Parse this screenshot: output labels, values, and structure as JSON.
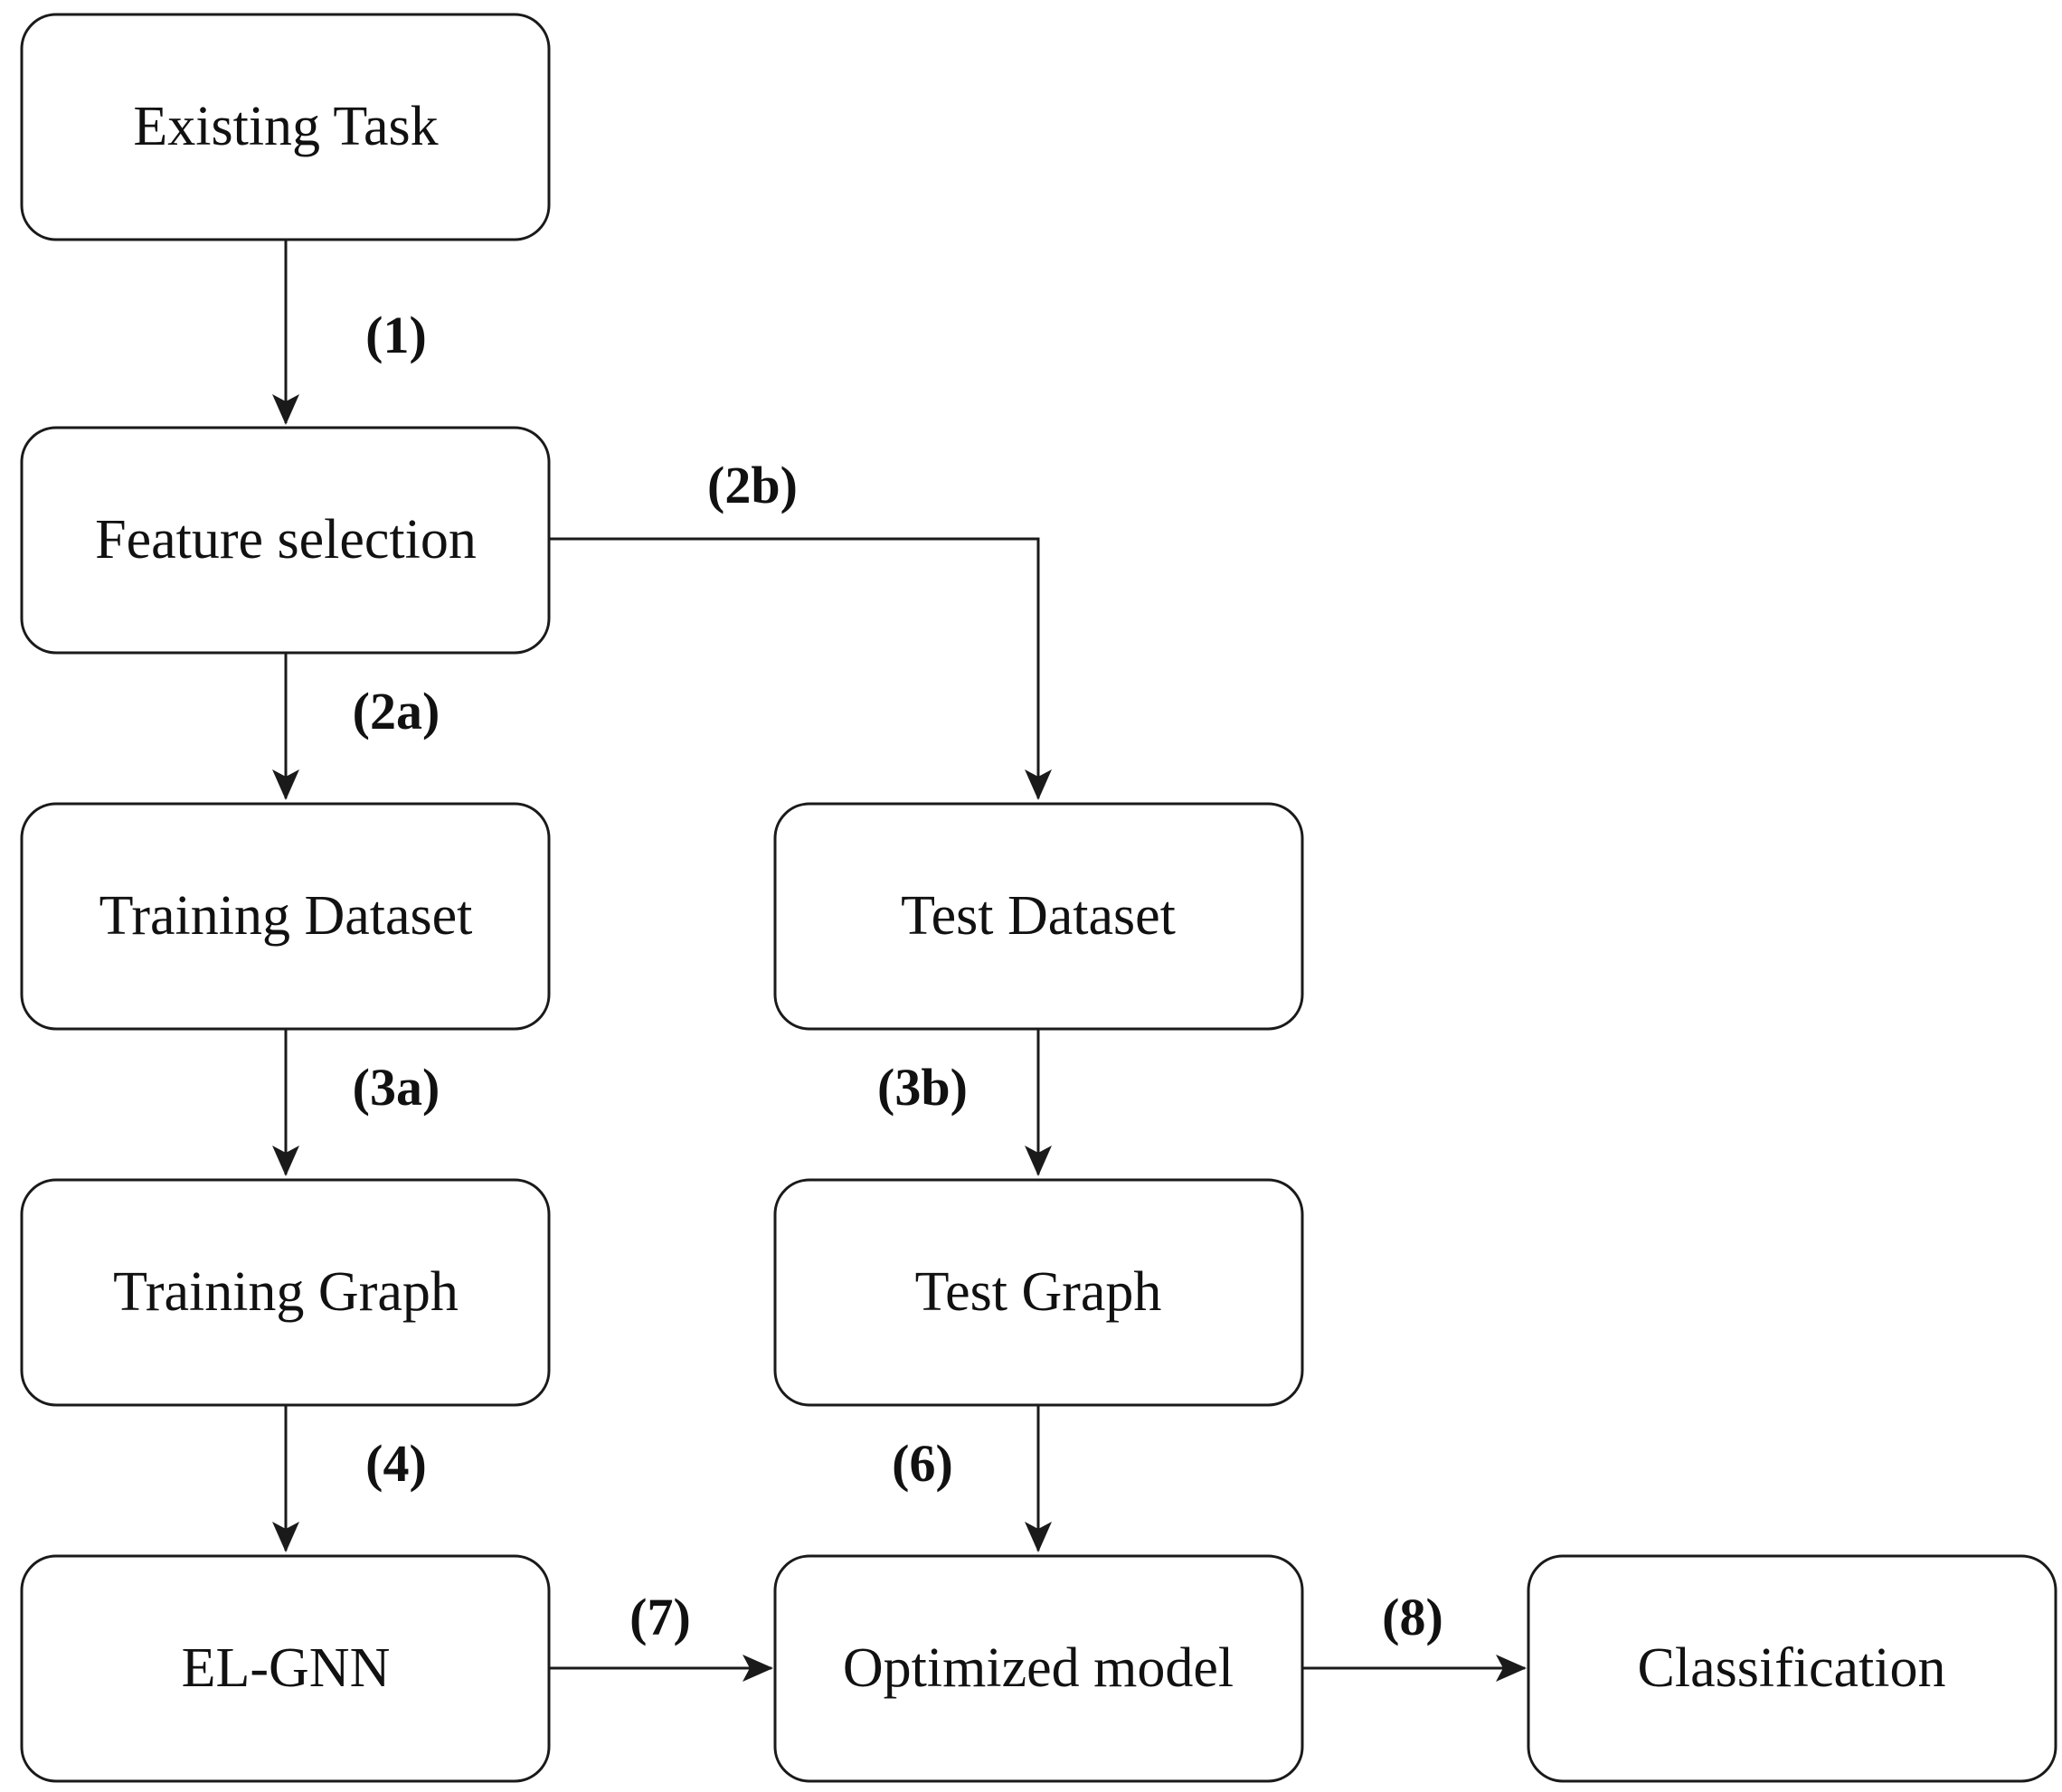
{
  "nodes": {
    "existing_task": "Existing Task",
    "feature_selection": "Feature selection",
    "training_dataset": "Training Dataset",
    "test_dataset": "Test Dataset",
    "training_graph": "Training Graph",
    "test_graph": "Test Graph",
    "el_gnn": "EL-GNN",
    "optimized_model": "Optimized model",
    "classification": "Classification"
  },
  "edges": {
    "e1": "(1)",
    "e2a": "(2a)",
    "e2b": "(2b)",
    "e3a": "(3a)",
    "e3b": "(3b)",
    "e4": "(4)",
    "e6": "(6)",
    "e7": "(7)",
    "e8": "(8)"
  },
  "colors": {
    "stroke": "#1a1a1a",
    "background": "#ffffff"
  }
}
